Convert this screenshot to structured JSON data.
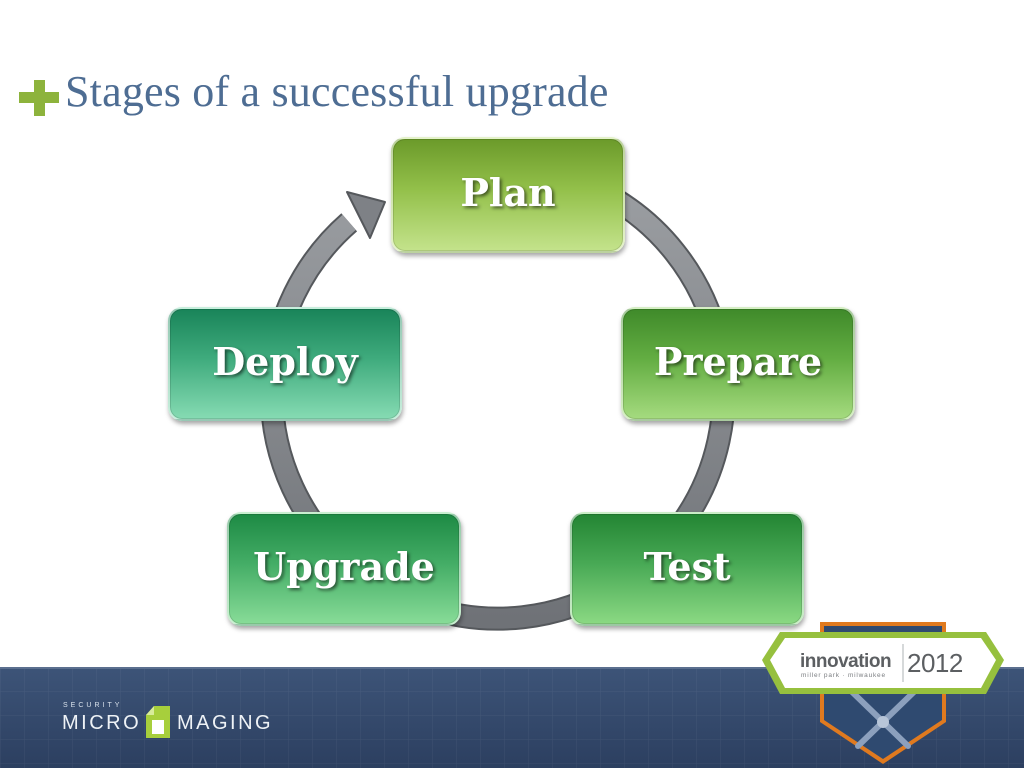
{
  "slide": {
    "title": "Stages of a successful upgrade"
  },
  "stages": [
    {
      "label": "Plan"
    },
    {
      "label": "Prepare"
    },
    {
      "label": "Test"
    },
    {
      "label": "Upgrade"
    },
    {
      "label": "Deploy"
    }
  ],
  "footer": {
    "logo": {
      "line1": "SECURITY",
      "left": "MICRO",
      "right": "MAGING"
    },
    "badge": {
      "word": "innovation",
      "subtitle": "miller park · milwaukee",
      "year": "2012"
    }
  },
  "colors": {
    "title": "#4e6d93",
    "accent_green": "#8db33c",
    "cycle_arrow": "#7b7e83",
    "footer_band": "#34496c"
  },
  "icons": [
    "plus-icon",
    "cycle-arrow",
    "logo-mark-icon",
    "badge-shield"
  ]
}
